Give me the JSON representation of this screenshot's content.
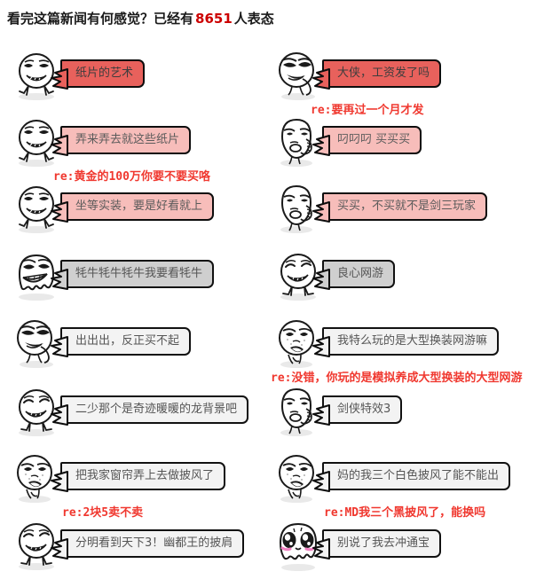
{
  "header": {
    "text_before": "看完这篇新闻有何感觉？已经有",
    "count": "8651",
    "text_after": "人表态"
  },
  "colors": {
    "accent_red": "#cc0000",
    "reply_red": "#f0382f",
    "bubble_red": "#e8615c",
    "bubble_pink": "#f7bdba",
    "bubble_gray": "#cfcfcf",
    "bubble_white": "#f3f3f3"
  },
  "comments": [
    {
      "id": 1,
      "col": "left",
      "row": 0,
      "avatar": "troll-crying-face",
      "text": "纸片的艺术",
      "style": "red",
      "reply": null
    },
    {
      "id": 2,
      "col": "right",
      "row": 0,
      "avatar": "smug-chin-face",
      "text": "大侠，工资发了吗",
      "style": "red",
      "reply": "re:要再过一个月才发"
    },
    {
      "id": 3,
      "col": "left",
      "row": 1,
      "avatar": "troll-crying-face",
      "text": "弄来弄去就这些纸片",
      "style": "pink",
      "reply": "re:黄金的100万你要不要买咯"
    },
    {
      "id": 4,
      "col": "right",
      "row": 1,
      "avatar": "thinking-hand-face",
      "text": "叼叼叼 买买买",
      "style": "pink",
      "reply": null
    },
    {
      "id": 5,
      "col": "left",
      "row": 2,
      "avatar": "troll-crying-face",
      "text": "坐等实装，要是好看就上",
      "style": "pink",
      "reply": null
    },
    {
      "id": 6,
      "col": "right",
      "row": 2,
      "avatar": "thinking-hand-face",
      "text": "买买，不买就不是剑三玩家",
      "style": "pink",
      "reply": null
    },
    {
      "id": 7,
      "col": "left",
      "row": 3,
      "avatar": "octopus-grin-face",
      "text": "牦牛牦牛牦牛我要看牦牛",
      "style": "gray",
      "reply": null
    },
    {
      "id": 8,
      "col": "right",
      "row": 3,
      "avatar": "smile-squint-face",
      "text": "良心网游",
      "style": "gray",
      "reply": null
    },
    {
      "id": 9,
      "col": "left",
      "row": 4,
      "avatar": "smug-chin-face",
      "text": "出出出，反正买不起",
      "style": "white",
      "reply": null
    },
    {
      "id": 10,
      "col": "right",
      "row": 4,
      "avatar": "shouting-face",
      "text": "我特么玩的是大型换装网游嘛",
      "style": "white",
      "reply": "re:没错，你玩的是模拟养成大型换装的大型网游"
    },
    {
      "id": 11,
      "col": "left",
      "row": 5,
      "avatar": "smile-squint-face",
      "text": "二少那个是奇迹暖暖的龙背景吧",
      "style": "white",
      "reply": null
    },
    {
      "id": 12,
      "col": "right",
      "row": 5,
      "avatar": "thinking-hand-face",
      "text": "剑侠特效3",
      "style": "white",
      "reply": null
    },
    {
      "id": 13,
      "col": "left",
      "row": 6,
      "avatar": "shouting-face",
      "text": "把我家窗帘弄上去做披风了",
      "style": "white",
      "reply": "re:2块5卖不卖"
    },
    {
      "id": 14,
      "col": "right",
      "row": 6,
      "avatar": "shouting-face",
      "text": "妈的我三个白色披风了能不能出",
      "style": "white",
      "reply": "re:MD我三个黑披风了，能换吗"
    },
    {
      "id": 15,
      "col": "left",
      "row": 7,
      "avatar": "smile-squint-face",
      "text": "分明看到天下3！幽都王的披肩",
      "style": "white",
      "reply": null
    },
    {
      "id": 16,
      "col": "right",
      "row": 7,
      "avatar": "sparkle-eyes-octopus",
      "text": "别说了我去冲通宝",
      "style": "white",
      "reply": null
    }
  ]
}
